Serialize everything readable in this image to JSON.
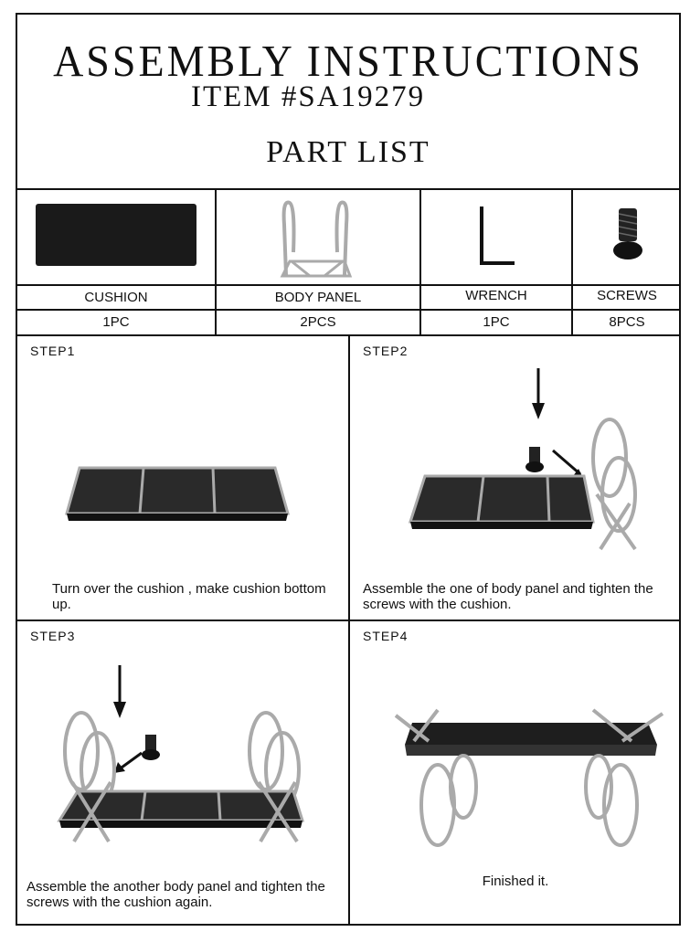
{
  "header": {
    "title": "ASSEMBLY INSTRUCTIONS",
    "item": "ITEM #SA19279",
    "part_list_title": "PART LIST"
  },
  "parts": [
    {
      "name": "CUSHION",
      "qty": "1PC",
      "icon": "cushion-image"
    },
    {
      "name": "BODY PANEL",
      "qty": "2PCS",
      "icon": "body-panel-image"
    },
    {
      "name": "WRENCH",
      "qty": "1PC",
      "icon": "wrench-image"
    },
    {
      "name": "SCREWS",
      "qty": "8PCS",
      "icon": "screw-image"
    }
  ],
  "steps": [
    {
      "label": "STEP1",
      "text": "Turn over the cushion , make cushion bottom up."
    },
    {
      "label": "STEP2",
      "text": "Assemble the one of body panel and tighten the screws with the cushion."
    },
    {
      "label": "STEP3",
      "text": "Assemble the another body panel and tighten the screws with the cushion again."
    },
    {
      "label": "STEP4",
      "text": "Finished it."
    }
  ],
  "colors": {
    "line": "#111111",
    "cushion": "#1a1a1a",
    "metal": "#b8b8b8"
  }
}
